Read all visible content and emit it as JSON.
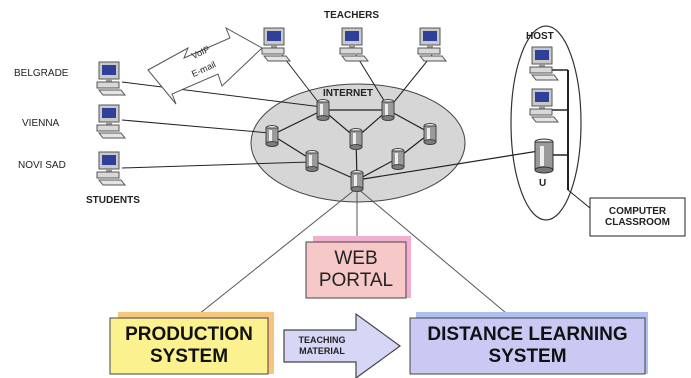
{
  "labels": {
    "teachers": "TEACHERS",
    "host": "HOST",
    "internet": "INTERNET",
    "belgrade": "BELGRADE",
    "vienna": "VIENNA",
    "novi_sad": "NOVI SAD",
    "students": "STUDENTS",
    "u": "U",
    "voip": "VoIP",
    "email": "E-mail",
    "computer_classroom_1": "COMPUTER",
    "computer_classroom_2": "CLASSROOM",
    "web_portal_1": "WEB",
    "web_portal_2": "PORTAL",
    "production_1": "PRODUCTION",
    "production_2": "SYSTEM",
    "teaching_1": "TEACHING",
    "teaching_2": "MATERIAL",
    "distance_1": "DISTANCE LEARNING",
    "distance_2": "SYSTEM"
  },
  "colors": {
    "internet_ellipse": "#d6d6d6",
    "web_portal_fill": "#f7c8c8",
    "web_portal_shadow": "#f4aed0",
    "production_fill": "#fbf28f",
    "production_shadow": "#f8c57e",
    "distance_fill": "#c9c9f4",
    "distance_shadow": "#aebff0",
    "teaching_arrow_fill": "#d6d6f6"
  }
}
